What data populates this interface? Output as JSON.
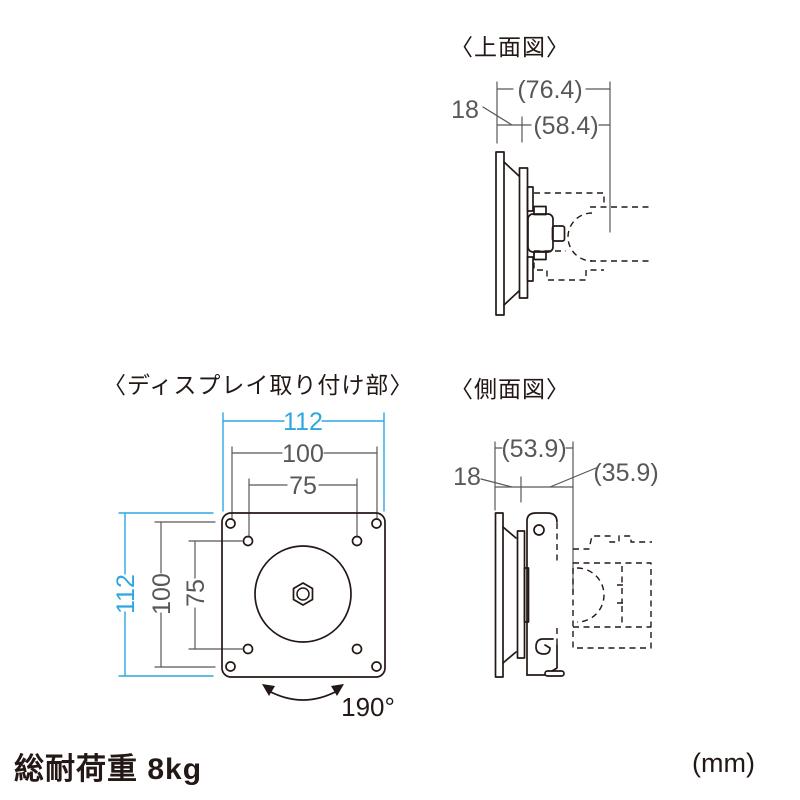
{
  "colors": {
    "outline": "#231815",
    "dimension": "#595757",
    "accent": "#2ea7e0"
  },
  "footer": {
    "load_capacity": "総耐荷重 8kg",
    "unit": "(mm)"
  },
  "views": {
    "top_view": {
      "title": "〈上面図〉",
      "dimensions": {
        "overall_depth": "(76.4)",
        "arm_depth": "(58.4)",
        "plate_offset": "18"
      }
    },
    "front_view": {
      "title": "〈ディスプレイ取り付け部〉",
      "dimensions": {
        "plate_width": "112",
        "hole_pitch_h_100": "100",
        "hole_pitch_h_75": "75",
        "plate_height": "112",
        "hole_pitch_v_100": "100",
        "hole_pitch_v_75": "75",
        "swivel_angle": "190°"
      }
    },
    "side_view": {
      "title": "〈側面図〉",
      "dimensions": {
        "overall_depth": "(53.9)",
        "arm_depth": "(35.9)",
        "plate_offset": "18"
      }
    }
  }
}
